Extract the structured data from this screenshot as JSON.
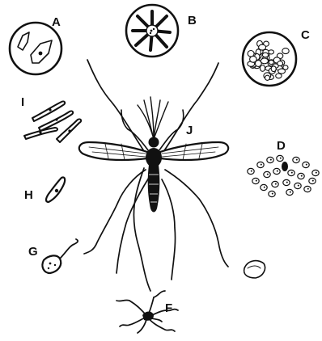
{
  "labels": {
    "a": "A",
    "b": "B",
    "c": "C",
    "d": "D",
    "f": "F",
    "g": "G",
    "h": "H",
    "i": "I",
    "j": "J"
  }
}
